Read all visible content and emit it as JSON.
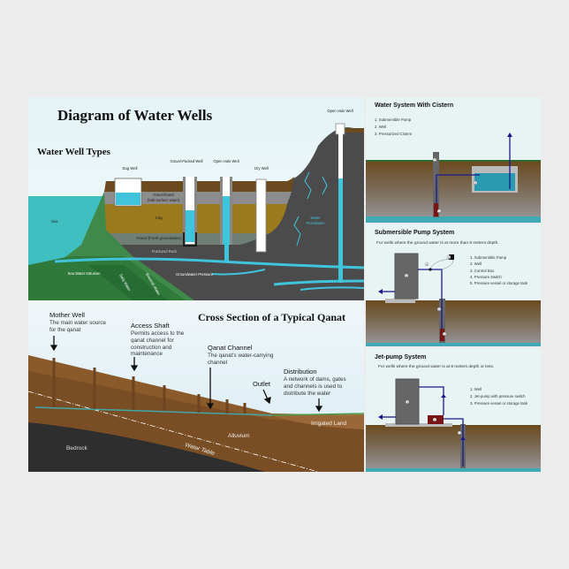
{
  "main_title": "Diagram of Water Wells",
  "well_types": {
    "heading": "Water Well Types",
    "wells": [
      "Dug Well",
      "Gravel-Packed Well",
      "Open Hole Well",
      "Dry Well",
      "Open Hole Well"
    ],
    "layers": {
      "sea": "Sea",
      "gravel_sand": [
        "Gravel/Sand",
        "(Sub-surface water)"
      ],
      "clay": "Clay",
      "gravel_fresh": "Gravel (Fresh groundwater)",
      "fractured_rock": "Fractured Rock",
      "sea_water_intrusion": "Sea Water Intrusion",
      "salty_water": "Salty Water",
      "brackish_water": "Brackish Water",
      "groundwater_pressure": "Groundwater Pressure",
      "water_percolation": [
        "Water",
        "Percolation"
      ]
    }
  },
  "qanat": {
    "title": "Cross Section of a Typical Qanat",
    "mother_well": {
      "title": "Mother Well",
      "desc": [
        "The main water source",
        "for the qanat"
      ]
    },
    "access_shaft": {
      "title": "Access Shaft",
      "desc": [
        "Permits access to the",
        "qanat channel for",
        "construction and",
        "maintenance"
      ]
    },
    "qanat_channel": {
      "title": "Qanat Channel",
      "desc": [
        "The qanat's water-carrying",
        "channel"
      ]
    },
    "outlet": "Outlet",
    "distribution": {
      "title": "Distribution",
      "desc": [
        "A network of dams, gates",
        "and channels is used to",
        "distribute the water"
      ]
    },
    "irrigated_land": "Irrigated Land",
    "alluvium": "Alluvium",
    "bedrock": "Bedrock",
    "water_table": "Water Table"
  },
  "cistern": {
    "title": "Water System With Cistern",
    "items": [
      "1. Submersible Pump",
      "2. Well",
      "3. Pressurized Cistern"
    ],
    "markers": [
      "1",
      "2",
      "3"
    ]
  },
  "submersible": {
    "title": "Submersible Pump System",
    "subtitle": "For wells where the ground water is at more than 8 meters depth.",
    "items": [
      "1. Submersible Pump",
      "2. Well",
      "3. Control Box",
      "4. Pressure Switch",
      "5. Pressure vessel or storage tank"
    ],
    "markers": [
      "1",
      "2",
      "3",
      "4",
      "5"
    ]
  },
  "jetpump": {
    "title": "Jet-pump System",
    "subtitle": "For wells where the ground water is at 8 meters depth or less.",
    "items": [
      "1. Well",
      "2. Jet-pump with pressure switch",
      "3. Pressure vessel or storage tank"
    ],
    "markers": [
      "1",
      "2",
      "3"
    ]
  },
  "colors": {
    "water": "#3fc4dc",
    "pipe": "#1a1a8c",
    "soil": "#6b4a1f",
    "pump": "#7a1515"
  }
}
